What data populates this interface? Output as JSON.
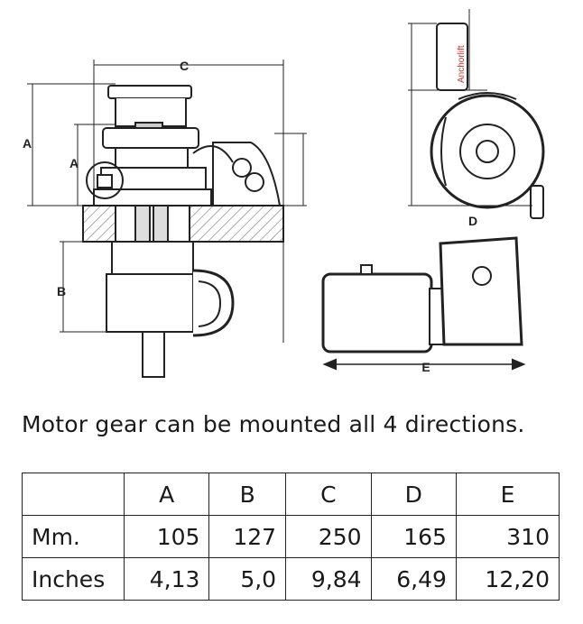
{
  "drawing": {
    "dim_labels": {
      "a_outer": "A",
      "a_inner": "A",
      "b": "B",
      "c": "C",
      "d": "D",
      "e": "E"
    },
    "brand_text": "Anchorlift"
  },
  "caption": "Motor gear can be mounted all 4 directions.",
  "table": {
    "headers": [
      "",
      "A",
      "B",
      "C",
      "D",
      "E"
    ],
    "rows": [
      {
        "label": "Mm.",
        "values": [
          "105",
          "127",
          "250",
          "165",
          "310"
        ]
      },
      {
        "label": "Inches",
        "values": [
          "4,13",
          "5,0",
          "9,84",
          "6,49",
          "12,20"
        ]
      }
    ]
  }
}
